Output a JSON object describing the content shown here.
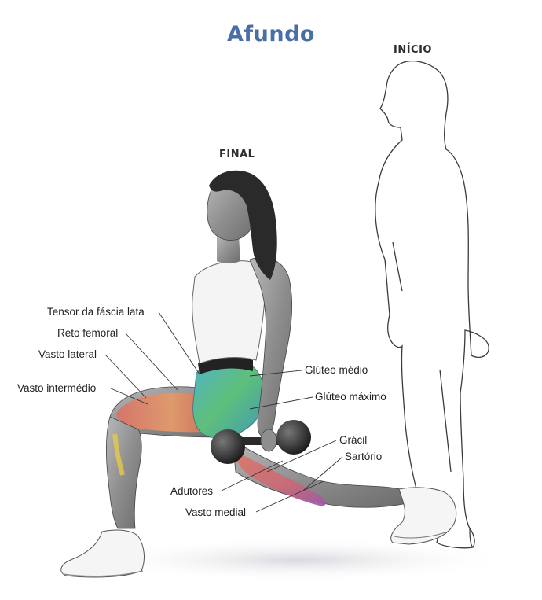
{
  "title": "Afundo",
  "phases": {
    "start": "INÍCIO",
    "end": "FINAL"
  },
  "labels": {
    "left": [
      "Tensor da fáscia lata",
      "Reto femoral",
      "Vasto lateral",
      "Vasto intermédio"
    ],
    "right": [
      "Glúteo médio",
      "Glúteo máximo",
      "Grácil",
      "Sartório"
    ],
    "bottom": [
      "Adutores",
      "Vasto medial"
    ]
  },
  "colors": {
    "title": "#4a6fa5",
    "skin": "#9a9a9a",
    "hair": "#2a2a2a",
    "shirt": "#f4f4f4",
    "outline": "#3a3a3a"
  }
}
